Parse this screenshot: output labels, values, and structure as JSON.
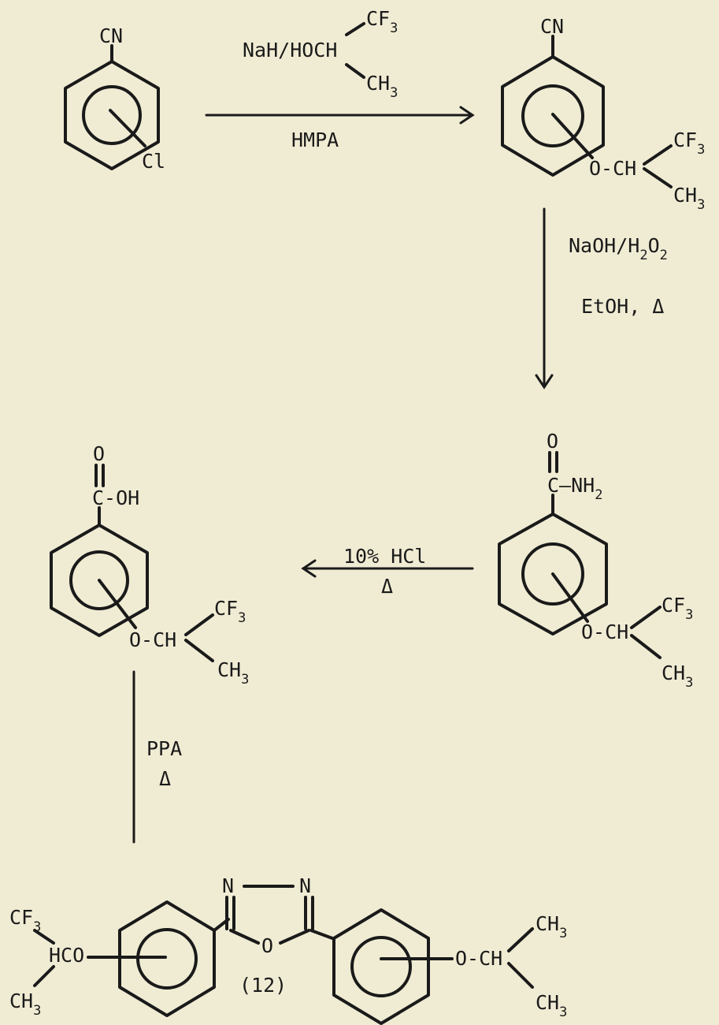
{
  "compounds": {
    "start": {
      "substituent_top": "CN",
      "substituent_ring": "Cl"
    },
    "ether_nitrile": {
      "substituent_top": "CN",
      "o_group": "O-CH",
      "branch_top": "CF3",
      "branch_bottom": "CH3"
    },
    "amide": {
      "carbonyl_o": "O",
      "group": "C-NH2",
      "o_group": "O-CH",
      "branch_top": "CF3",
      "branch_bottom": "CH3"
    },
    "acid": {
      "carbonyl_o": "O",
      "group": "C-OH",
      "o_group": "O-CH",
      "branch_top": "CF3",
      "branch_bottom": "CH3"
    },
    "oxadiazole": {
      "label": "(12)",
      "ring_n1": "N",
      "ring_n2": "N",
      "ring_o": "O",
      "left_group": "HCO",
      "left_top": "CF3",
      "left_bottom": "CH3",
      "right_group": "O-CH",
      "right_top": "CH3",
      "right_bottom": "CH3"
    }
  },
  "steps": [
    {
      "id": "step1",
      "reagent": "NaH/HOCH",
      "reagent_top": "CF3",
      "reagent_bottom": "CH3",
      "solvent": "HMPA"
    },
    {
      "id": "step2",
      "reagent": "NaOH/H2O2",
      "conditions": "EtOH, Δ"
    },
    {
      "id": "step3",
      "reagent": "10% HCl",
      "conditions": "Δ"
    },
    {
      "id": "step4",
      "reagent": "PPA",
      "conditions": "Δ"
    }
  ]
}
